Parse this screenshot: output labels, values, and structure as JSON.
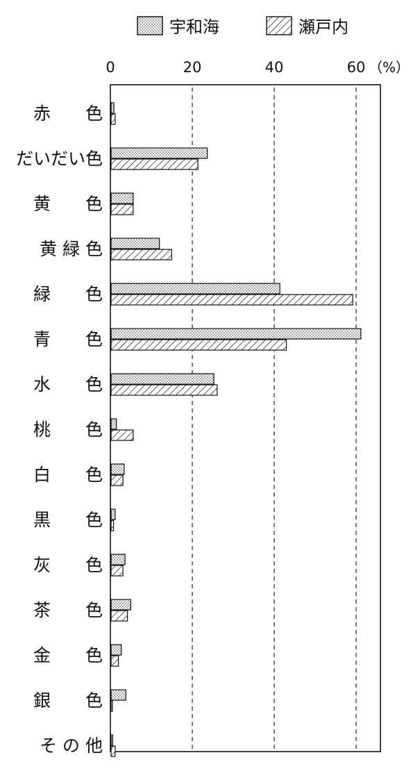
{
  "chart_data": {
    "type": "bar",
    "orientation": "horizontal",
    "categories": [
      "赤　　色",
      "だいだい色",
      "黄　　色",
      "黄 緑 色",
      "緑　　色",
      "青　　色",
      "水　　色",
      "桃　　色",
      "白　　色",
      "黒　　色",
      "灰　　色",
      "茶　　色",
      "金　　色",
      "銀　　色",
      "そ の 他"
    ],
    "series": [
      {
        "name": "宇和海",
        "pattern": "dots",
        "values": [
          0.7,
          23.5,
          5.4,
          11.8,
          41.2,
          61.0,
          25.1,
          1.3,
          3.2,
          1.0,
          3.4,
          4.8,
          2.5,
          3.6,
          0.4
        ]
      },
      {
        "name": "瀬戸内",
        "pattern": "hatch",
        "values": [
          1.0,
          21.2,
          5.4,
          14.8,
          59.0,
          42.8,
          25.9,
          5.4,
          2.9,
          0.6,
          2.9,
          4.0,
          1.8,
          0.3,
          1.0
        ]
      }
    ],
    "xlim": [
      0,
      66
    ],
    "xticks": [
      0,
      20,
      40,
      60
    ],
    "xtick_labels": [
      "0",
      "20",
      "40",
      "60"
    ],
    "x_unit": "（%）",
    "grid": "dashed-vertical",
    "legend_position": "top"
  }
}
